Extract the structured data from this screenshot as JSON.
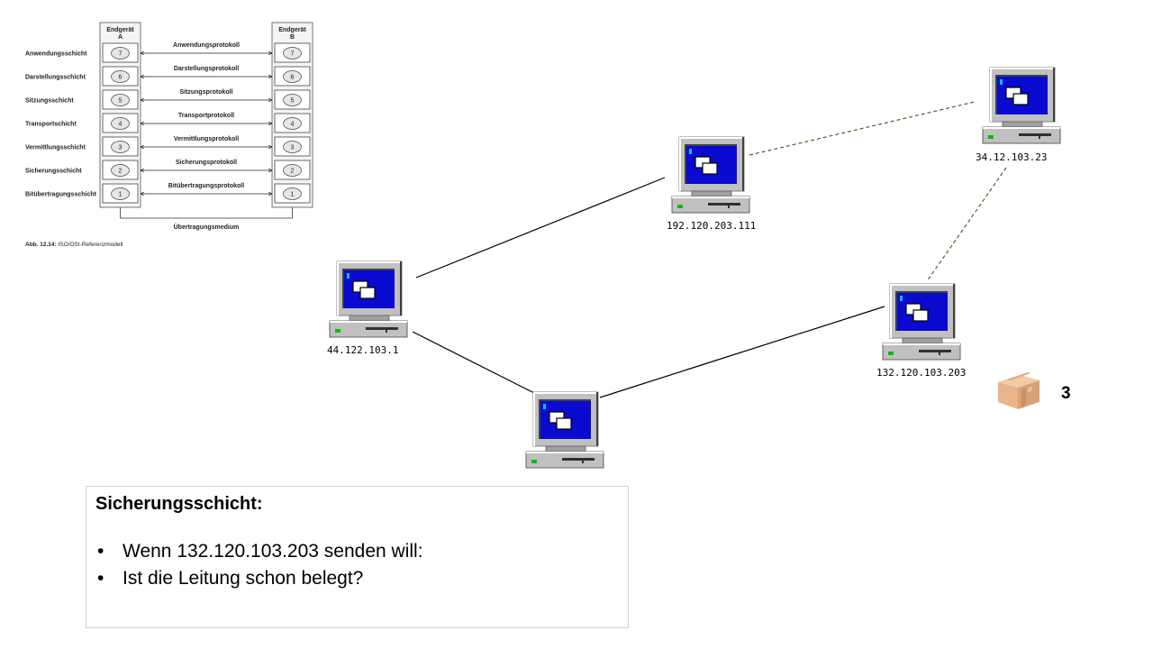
{
  "osi": {
    "header_a": [
      "Endgerät",
      "A"
    ],
    "header_b": [
      "Endgerät",
      "B"
    ],
    "layers": [
      {
        "name": "Anwendungsschicht",
        "number": "7",
        "protocol": "Anwendungsprotokoll"
      },
      {
        "name": "Darstellungsschicht",
        "number": "6",
        "protocol": "Darstellungsprotokoll"
      },
      {
        "name": "Sitzungsschicht",
        "number": "5",
        "protocol": "Sitzungsprotokoll"
      },
      {
        "name": "Transportschicht",
        "number": "4",
        "protocol": "Transportprotokoll"
      },
      {
        "name": "Vermittlungsschicht",
        "number": "3",
        "protocol": "Vermittlungsprotokoll"
      },
      {
        "name": "Sicherungsschicht",
        "number": "2",
        "protocol": "Sicherungsprotokoll"
      },
      {
        "name": "Bitübertragungsschicht",
        "number": "1",
        "protocol": "Bitübertragungsprotokoll"
      }
    ],
    "medium": "Übertragungsmedium",
    "caption_bold": "Abb. 12.14:",
    "caption_text": " ISO/OSI-Referenzmodell"
  },
  "network": {
    "nodes": [
      {
        "id": "n1",
        "ip": "44.122.103.1"
      },
      {
        "id": "n2",
        "ip": "192.120.203.111"
      },
      {
        "id": "n3",
        "ip": "34.12.103.23"
      },
      {
        "id": "n4",
        "ip": "132.120.103.203"
      },
      {
        "id": "n5",
        "ip": ""
      }
    ],
    "links": [
      {
        "from": "n1",
        "to": "n2",
        "style": "solid"
      },
      {
        "from": "n1",
        "to": "n5",
        "style": "solid"
      },
      {
        "from": "n5",
        "to": "n4",
        "style": "solid"
      },
      {
        "from": "n2",
        "to": "n3",
        "style": "dashed"
      },
      {
        "from": "n3",
        "to": "n4",
        "style": "dashed"
      }
    ],
    "link_colors": {
      "solid": "#000000",
      "dashed": "#5a5a2a"
    }
  },
  "info": {
    "title": "Sicherungsschicht:",
    "bullets": [
      "Wenn 132.120.103.203 senden will:",
      "Ist die Leitung schon belegt?"
    ]
  },
  "packet": {
    "icon": "package-icon",
    "count": "3",
    "color": "#e8b48a"
  }
}
